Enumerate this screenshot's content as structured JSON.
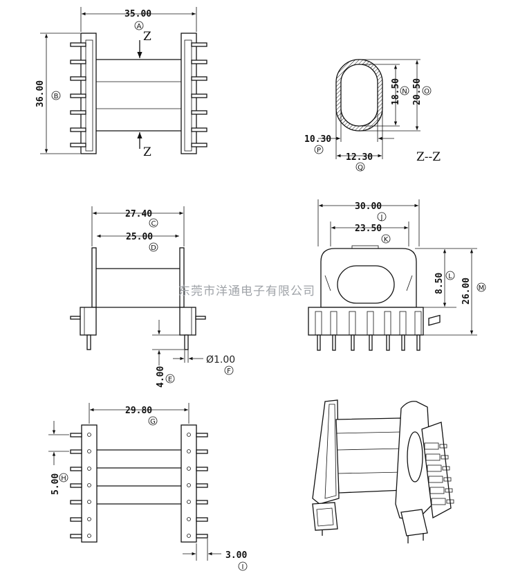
{
  "dimensions": {
    "A": {
      "value": "35.00",
      "letter": "A"
    },
    "B": {
      "value": "36.00",
      "letter": "B"
    },
    "C": {
      "value": "27.40",
      "letter": "C"
    },
    "D": {
      "value": "25.00",
      "letter": "D"
    },
    "E": {
      "value": "4.00",
      "letter": "E"
    },
    "F": {
      "value": "Ø1.00",
      "letter": "F"
    },
    "G": {
      "value": "29.80",
      "letter": "G"
    },
    "H": {
      "value": "5.00",
      "letter": "H"
    },
    "I": {
      "value": "3.00",
      "letter": "I"
    },
    "J": {
      "value": "30.00",
      "letter": "J"
    },
    "K": {
      "value": "23.50",
      "letter": "K"
    },
    "L": {
      "value": "8.50",
      "letter": "L"
    },
    "M": {
      "value": "26.00",
      "letter": "M"
    },
    "N": {
      "value": "18.50",
      "letter": "N"
    },
    "O": {
      "value": "20.50",
      "letter": "O"
    },
    "P": {
      "value": "10.30",
      "letter": "P"
    },
    "Q": {
      "value": "12.30",
      "letter": "Q"
    }
  },
  "section": {
    "marker": "Z",
    "title": "Z--Z"
  },
  "watermark": "东莞市洋通电子有限公司"
}
